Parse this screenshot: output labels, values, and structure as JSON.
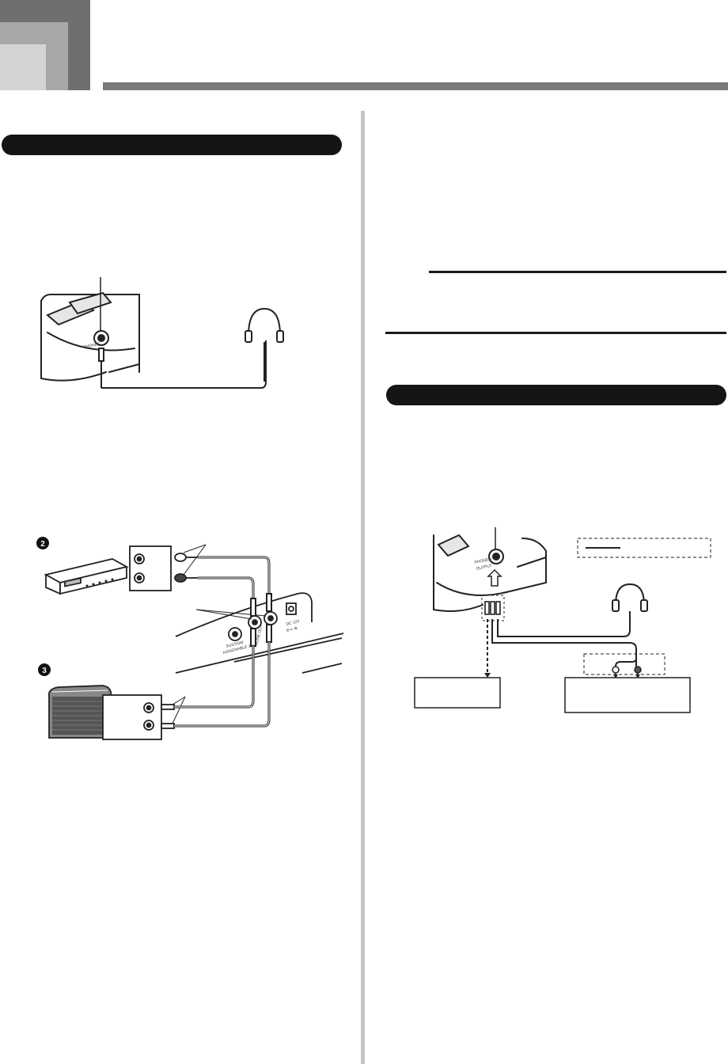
{
  "header": {
    "colors": {
      "dark": "#6f6f6f",
      "mid": "#a8a8a8",
      "light": "#d4d4d4",
      "rule": "#7a7a7a"
    }
  },
  "sections": {
    "left_bar_label": "",
    "right_bar_label": ""
  },
  "figure_headphones": {
    "jack_label": "PHONES"
  },
  "figure_audio": {
    "marker_2": "2",
    "marker_3": "3",
    "jack_label_1": "SUSTAIN/",
    "jack_label_2": "ASSIGNABLE JACK",
    "line_out_label": "LINE OUT",
    "dc_label": "DC 12V",
    "dc_sub_label": "⊖-◐-⊕"
  },
  "figure_right": {
    "jack_label_1": "PHONES/",
    "jack_label_2": "OUTPUT"
  }
}
